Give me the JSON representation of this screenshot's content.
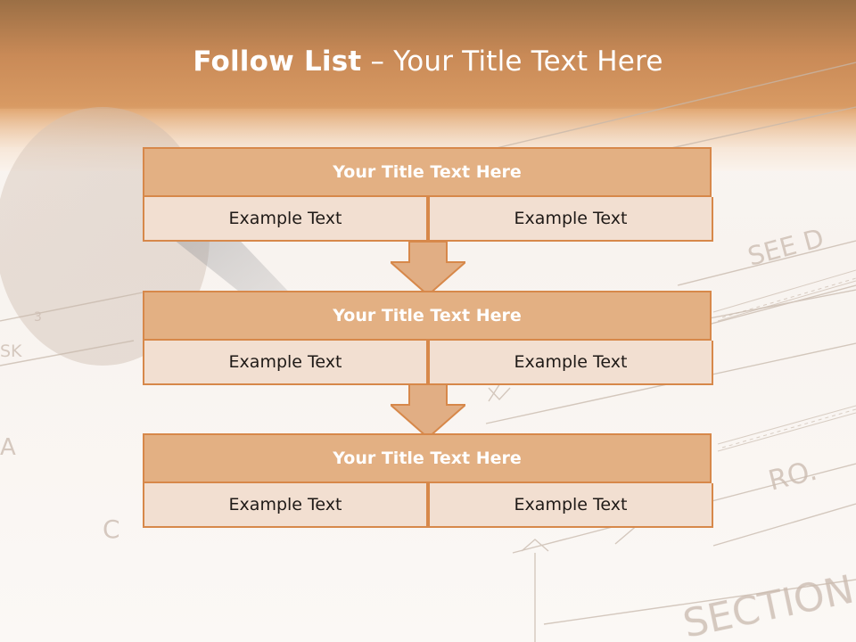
{
  "slide": {
    "title_strong": "Follow List",
    "title_rest": " – Your Title Text Here",
    "steps": [
      {
        "title": "Your Title Text Here",
        "left_text": "Example Text",
        "right_text": "Example Text"
      },
      {
        "title": "Your Title Text Here",
        "left_text": "Example Text",
        "right_text": "Example Text"
      },
      {
        "title": "Your Title Text Here",
        "left_text": "Example Text",
        "right_text": "Example Text"
      }
    ]
  },
  "colors": {
    "header_band": "#d89a63",
    "step_title_fill": "#e3b083",
    "step_border": "#d7884a",
    "step_body_fill": "#f2dfd1",
    "arrow_fill": "#e1ae84",
    "title_text": "#ffffff",
    "body_text": "#1f1a17"
  },
  "icons": {
    "flow_arrow": "down-arrow-icon"
  }
}
